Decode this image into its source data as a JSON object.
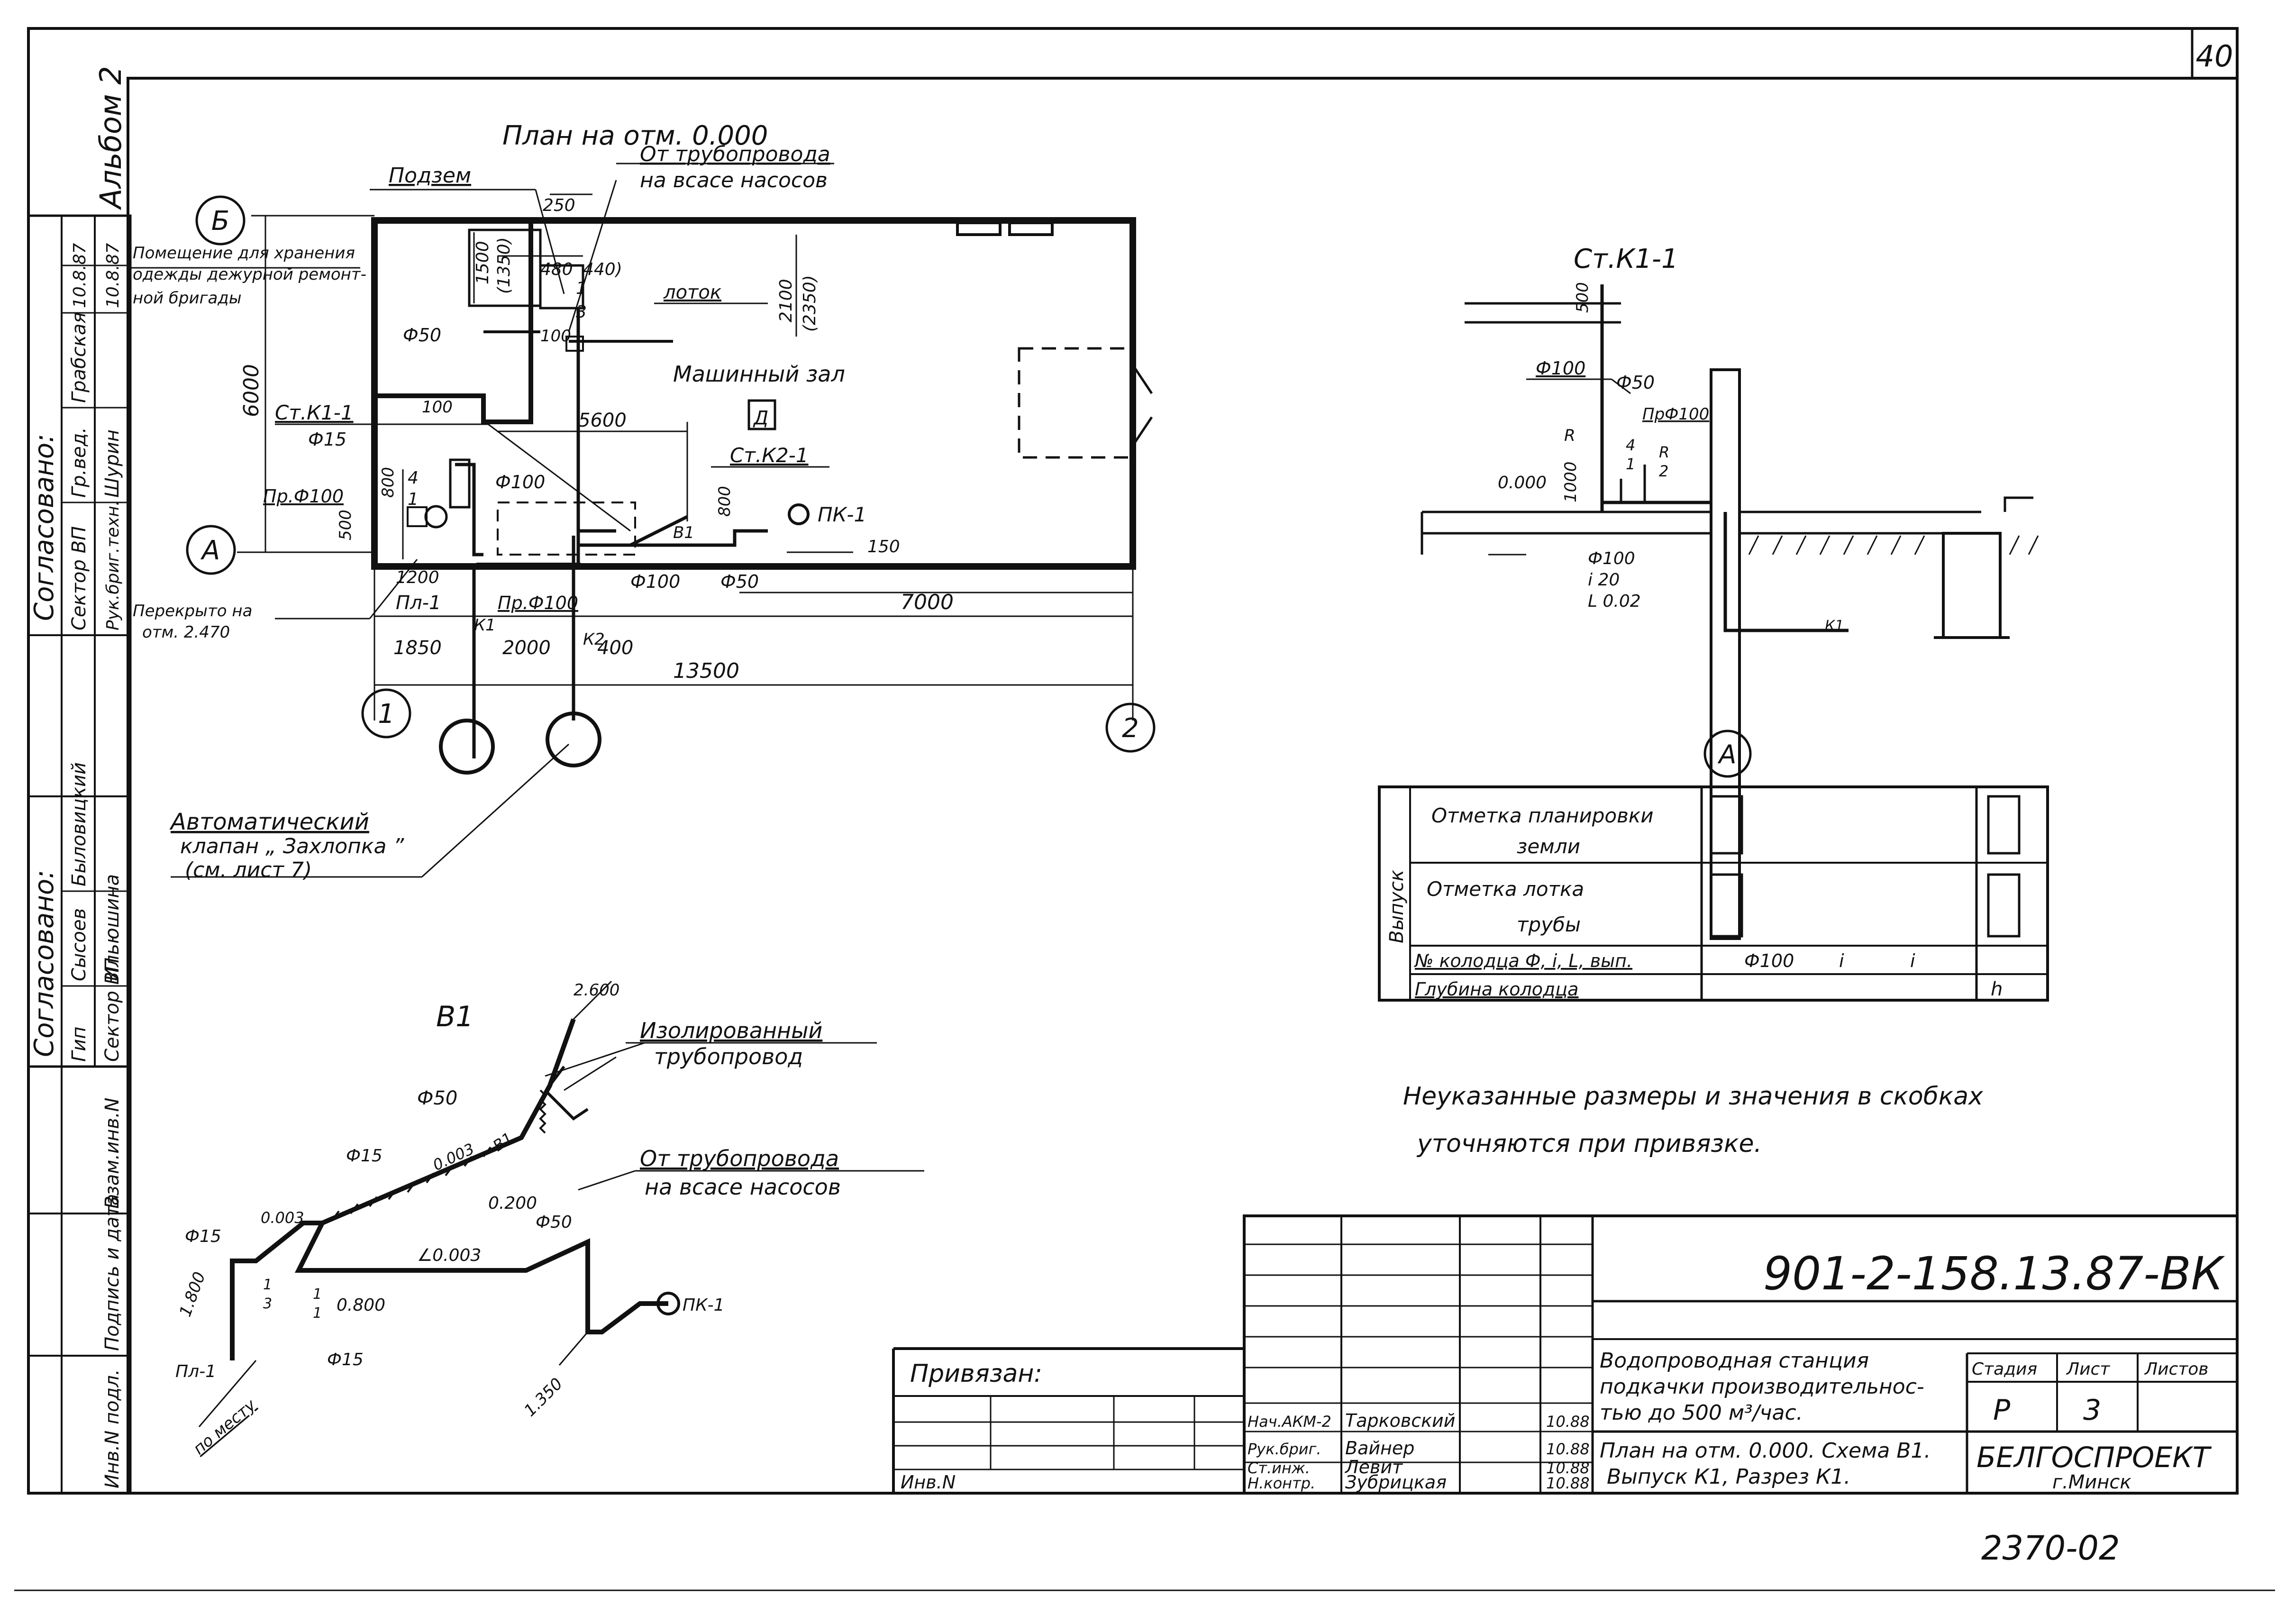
{
  "sheet_number": "40",
  "album": "Альбом 2",
  "plan": {
    "title": "План на отм. 0.000",
    "labels": {
      "podzem": "Подзем",
      "from_pipeline_l1": "От трубопровода",
      "from_pipeline_l2": "на всасе насосов",
      "room_l1": "Помещение для хранения",
      "room_l2": "одежды дежурной ремонт-",
      "room_l3": "ной бригады",
      "lotok": "лоток",
      "machine_hall": "Машинный зал",
      "st_k1_1": "Ст.К1-1",
      "st_k2_1": "Ст.К2-1",
      "pk1": "ПК-1",
      "pl1": "Пл-1",
      "d_box": "Д",
      "overlap_l1": "Перекрыто на",
      "overlap_l2": "отм. 2.470",
      "frac_top": "1",
      "frac_bot": "3",
      "frac2_top": "4",
      "frac2_bot": "1",
      "k1": "К1",
      "k2": "К2",
      "v1": "В1"
    },
    "dims": {
      "d250": "250",
      "d480": "480",
      "d440": "440)",
      "d1500": "1500",
      "d1350": "(1350)",
      "d100a": "100",
      "d100b": "100",
      "d2100": "2100",
      "d2350": "(2350)",
      "d6000": "6000",
      "d5600": "5600",
      "d800": "800",
      "d800b": "800",
      "d500": "500",
      "d1200": "1200",
      "d150": "150",
      "d7000": "7000",
      "d1850": "1850",
      "d2000": "2000",
      "d400": "400",
      "d13500": "13500",
      "f50": "Ф50",
      "f15": "Ф15",
      "prf100": "Пр.Ф100",
      "f100a": "Ф100",
      "f100b": "Ф100",
      "f50b": "Ф50",
      "prf100b": "Пр.Ф100"
    },
    "axes": {
      "b": "Б",
      "a": "А",
      "one": "1",
      "two": "2"
    },
    "valve_l1": "Автоматический",
    "valve_l2": "клапан „ Захлопка ”",
    "valve_l3": "(см. лист 7)"
  },
  "section": {
    "title": "Ст.К1-1",
    "d500": "500",
    "f100": "Ф100",
    "f50": "Ф50",
    "prf100": "ПрФ100",
    "r": "R",
    "frac_top": "4",
    "frac_bot": "1",
    "frac2_top": "R",
    "frac2_bot": "2",
    "elev": "0.000",
    "d1000": "1000",
    "f100b": "Ф100",
    "i20": "i 20",
    "l002": "L 0.02",
    "k1": "К1",
    "axis_a": "А"
  },
  "outlet_table": {
    "side_label": "Выпуск",
    "rows": [
      {
        "label_l1": "Отметка планировки",
        "label_l2": "земли"
      },
      {
        "label_l1": "Отметка лотка",
        "label_l2": "трубы"
      },
      {
        "label_l1": "№ колодца Ф, i, L, вып.",
        "val1": "Ф100",
        "val2": "i",
        "val3": "i"
      },
      {
        "label_l1": "Глубина колодца",
        "val_h": "h"
      }
    ]
  },
  "note_l1": "Неуказанные размеры и значения в скобках",
  "note_l2": "уточняются при привязке.",
  "axon": {
    "title": "В1",
    "elev2600": "2.600",
    "insulated_l1": "Изолированный",
    "insulated_l2": "трубопровод",
    "from_l1": "От трубопровода",
    "from_l2": "на всасе насосов",
    "f50": "Ф50",
    "f50b": "Ф50",
    "f15a": "Ф15",
    "f15b": "Ф15",
    "f15c": "Ф15",
    "s0003a": "0.003",
    "s0003b": "0.003",
    "s0003c": "∠0.003",
    "v1": "В1",
    "e0200": "0.200",
    "e0800": "0.800",
    "e1800": "1.800",
    "e1350": "1.350",
    "pl1": "Пл-1",
    "pk1": "ПК-1",
    "to_place": "по месту",
    "frac_top": "1",
    "frac_bot": "3",
    "frac2_top": "1",
    "frac2_bot": "1"
  },
  "left_stamp": {
    "soglasovano_top": "Согласовано:",
    "soglasovano_bot": "Согласовано:",
    "col_labels": [
      "Сектор ВП",
      "Гр.вед.",
      "Рук.бриг.техн.",
      "Сектор ВП"
    ],
    "names": [
      "Шурин",
      "Грабская",
      "Сысоев",
      "Быловицкий",
      "Ильюшина",
      "Сектор ВП"
    ],
    "dates": [
      "10.8.87",
      "10.8.87"
    ],
    "inv_label": "Инв.N подл.",
    "podp_label": "Подпись и дата",
    "vzam_label": "Взам.инв.N",
    "gip": "Гип"
  },
  "title_block": {
    "code": "901-2-158.13.87-ВК",
    "privyazan": "Привязан:",
    "inv_n": "Инв.N",
    "project_l1": "Водопроводная станция",
    "project_l2": "подкачки производительнос-",
    "project_l3": "тью до 500 м³/час.",
    "sheet_l1": "План на отм. 0.000. Схема В1.",
    "sheet_l2": "Выпуск К1, Разрез К1.",
    "stage_label": "Стадия",
    "list_label": "Лист",
    "lists_label": "Листов",
    "stage": "Р",
    "list": "3",
    "org": "БЕЛГОСПРОЕКТ",
    "city": "г.Минск",
    "archive": "2370-02",
    "signers": [
      {
        "role": "Нач.АКМ-2",
        "name": "Тарковский",
        "date": "10.88"
      },
      {
        "role": "Рук.бриг.",
        "name": "Вайнер",
        "date": "10.88"
      },
      {
        "role": "Ст.инж.",
        "name": "Левит",
        "date": "10.88"
      },
      {
        "role": "Н.контр.",
        "name": "Зубрицкая",
        "date": "10.88"
      }
    ]
  }
}
